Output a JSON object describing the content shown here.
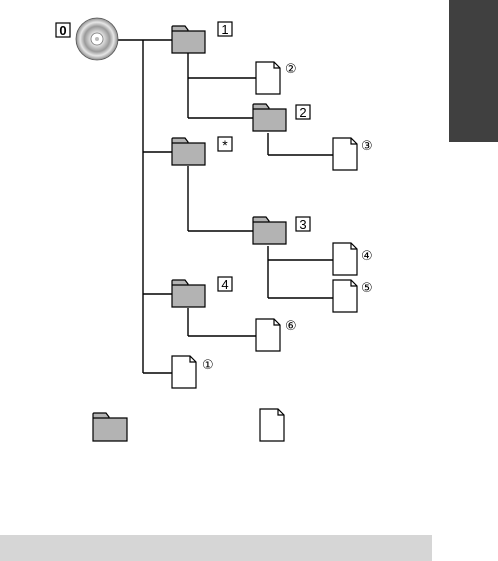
{
  "root": {
    "label": "0",
    "icon": "disc-icon"
  },
  "folders": [
    {
      "id": "f1",
      "label": "1"
    },
    {
      "id": "f2",
      "label": "2"
    },
    {
      "id": "fstar",
      "label": "*"
    },
    {
      "id": "f3",
      "label": "3"
    },
    {
      "id": "f4",
      "label": "4"
    }
  ],
  "files": [
    {
      "id": "file1",
      "label": "①"
    },
    {
      "id": "file2",
      "label": "②"
    },
    {
      "id": "file3",
      "label": "③"
    },
    {
      "id": "file4",
      "label": "④"
    },
    {
      "id": "file5",
      "label": "⑤"
    },
    {
      "id": "file6",
      "label": "⑥"
    }
  ],
  "colors": {
    "folder_fill": "#b3b3b3",
    "side_tab": "#404040",
    "footer_bar": "#d6d6d6",
    "line": "#000000"
  }
}
